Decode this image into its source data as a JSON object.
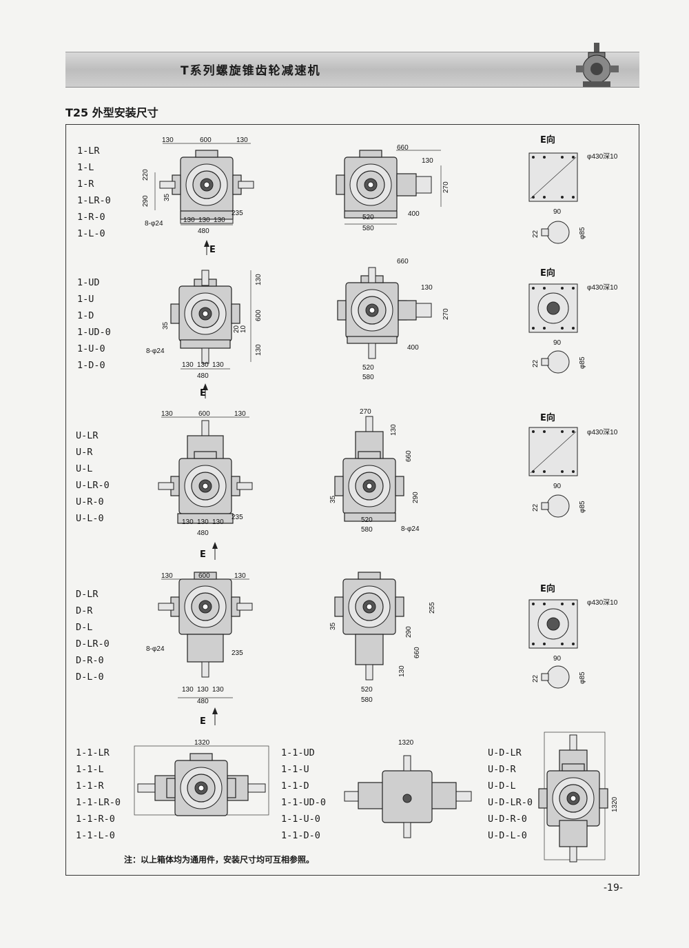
{
  "header": {
    "title": "T系列螺旋锥齿轮减速机"
  },
  "section": {
    "title": "T25 外型安装尺寸"
  },
  "groups": [
    {
      "models": [
        "1-LR",
        "1-L",
        "1-R",
        "1-LR-0",
        "1-R-0",
        "1-L-0"
      ]
    },
    {
      "models": [
        "1-UD",
        "1-U",
        "1-D",
        "1-UD-0",
        "1-U-0",
        "1-D-0"
      ]
    },
    {
      "models": [
        "U-LR",
        "U-R",
        "U-L",
        "U-LR-0",
        "U-R-0",
        "U-L-0"
      ]
    },
    {
      "models": [
        "D-LR",
        "D-R",
        "D-L",
        "D-LR-0",
        "D-R-0",
        "D-L-0"
      ]
    }
  ],
  "bottom": {
    "col1": [
      "1-1-LR",
      "1-1-L",
      "1-1-R",
      "1-1-LR-0",
      "1-1-R-0",
      "1-1-L-0"
    ],
    "col2": [
      "1-1-UD",
      "1-1-U",
      "1-1-D",
      "1-1-UD-0",
      "1-1-U-0",
      "1-1-D-0"
    ],
    "col3": [
      "U-D-LR",
      "U-D-R",
      "U-D-L",
      "U-D-LR-0",
      "U-D-R-0",
      "U-D-L-0"
    ],
    "dim_1320": "1320"
  },
  "dims": {
    "d130": "130",
    "d600": "600",
    "d220": "220",
    "d290": "290",
    "d35": "35",
    "d235": "235",
    "d480": "480",
    "hole": "8-φ24",
    "d660": "660",
    "d270": "270",
    "d400": "400",
    "d520": "520",
    "d580": "580",
    "d10": "10",
    "d20": "20",
    "d255": "255",
    "d90": "90",
    "d22": "22",
    "d85": "φ85",
    "flange": "φ430深10",
    "e_view": "E向",
    "e_arrow": "E"
  },
  "note": "注：以上箱体均为通用件，安装尺寸均可互相参照。",
  "page_number": "-19-"
}
